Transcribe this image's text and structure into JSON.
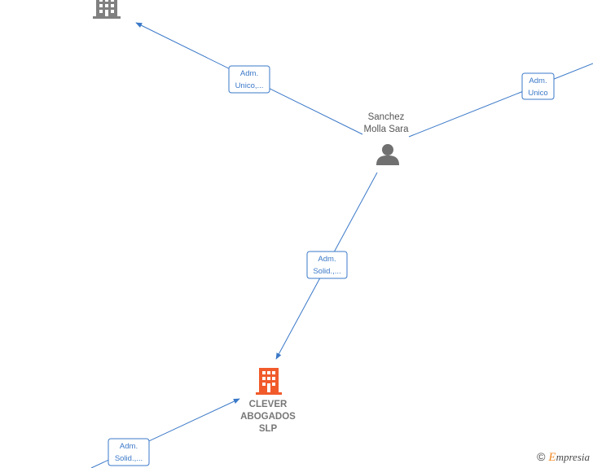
{
  "colors": {
    "edge": "#3a78c8",
    "company_main": "#f15a2b",
    "company_other": "#808080",
    "person": "#707070"
  },
  "nodes": {
    "person": {
      "lines": [
        "Sanchez",
        "Molla Sara"
      ],
      "icon": "person-icon"
    },
    "main_company": {
      "lines": [
        "CLEVER",
        "ABOGADOS",
        "SLP"
      ],
      "icon": "building-icon"
    },
    "other_company": {
      "icon": "building-icon"
    }
  },
  "edges": [
    {
      "id": "edge-person-to-topleft",
      "label": [
        "Adm.",
        "Unico,..."
      ]
    },
    {
      "id": "edge-person-to-right",
      "label": [
        "Adm.",
        "Unico"
      ]
    },
    {
      "id": "edge-person-to-main",
      "label": [
        "Adm.",
        "Solid.,..."
      ]
    },
    {
      "id": "edge-bottomleft-to-main",
      "label": [
        "Adm.",
        "Solid.,..."
      ]
    }
  ],
  "watermark": {
    "copyright": "©",
    "brand_initial": "E",
    "brand_rest": "mpresia"
  }
}
